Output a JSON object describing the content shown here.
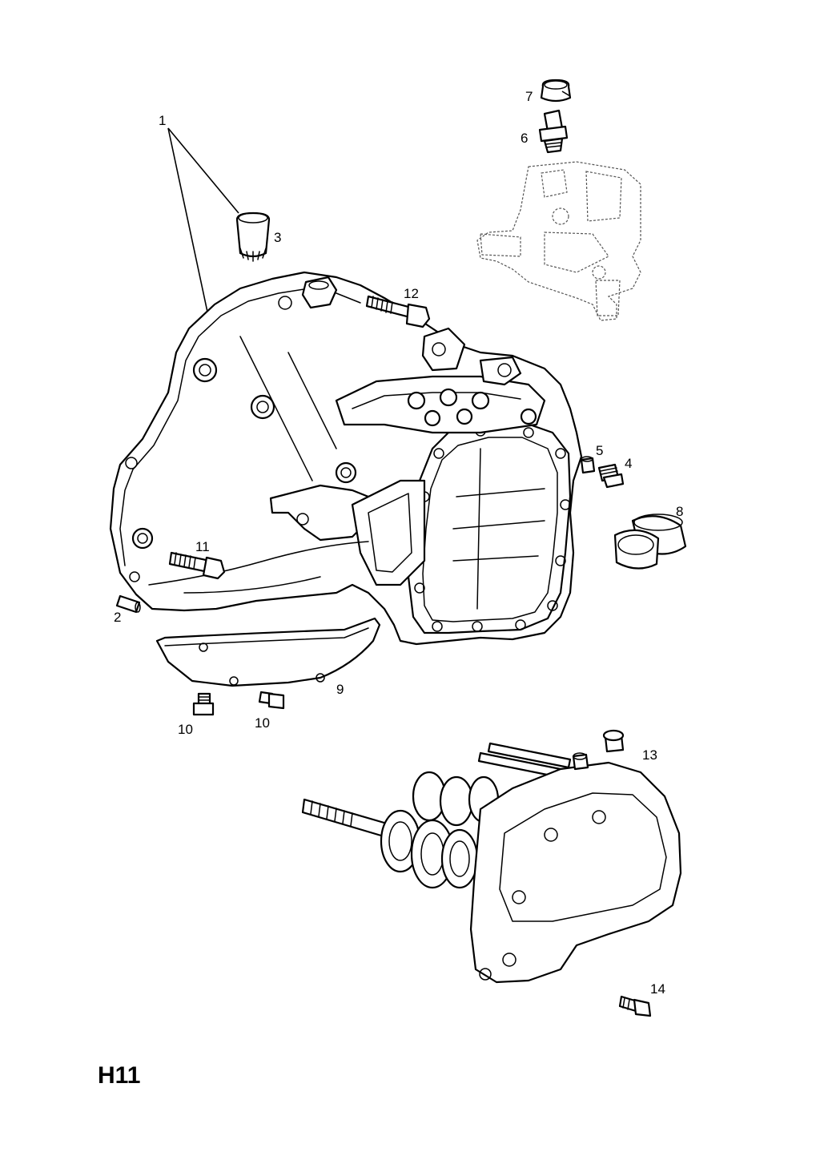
{
  "diagram": {
    "page_code": "H11",
    "callouts": [
      {
        "id": "c1",
        "text": "1"
      },
      {
        "id": "c2",
        "text": "2"
      },
      {
        "id": "c3",
        "text": "3"
      },
      {
        "id": "c4",
        "text": "4"
      },
      {
        "id": "c5",
        "text": "5"
      },
      {
        "id": "c6",
        "text": "6"
      },
      {
        "id": "c7",
        "text": "7"
      },
      {
        "id": "c8",
        "text": "8"
      },
      {
        "id": "c9",
        "text": "9"
      },
      {
        "id": "c10a",
        "text": "10"
      },
      {
        "id": "c10b",
        "text": "10"
      },
      {
        "id": "c11",
        "text": "11"
      },
      {
        "id": "c12",
        "text": "12"
      },
      {
        "id": "c13",
        "text": "13"
      },
      {
        "id": "c14",
        "text": "14"
      }
    ]
  }
}
